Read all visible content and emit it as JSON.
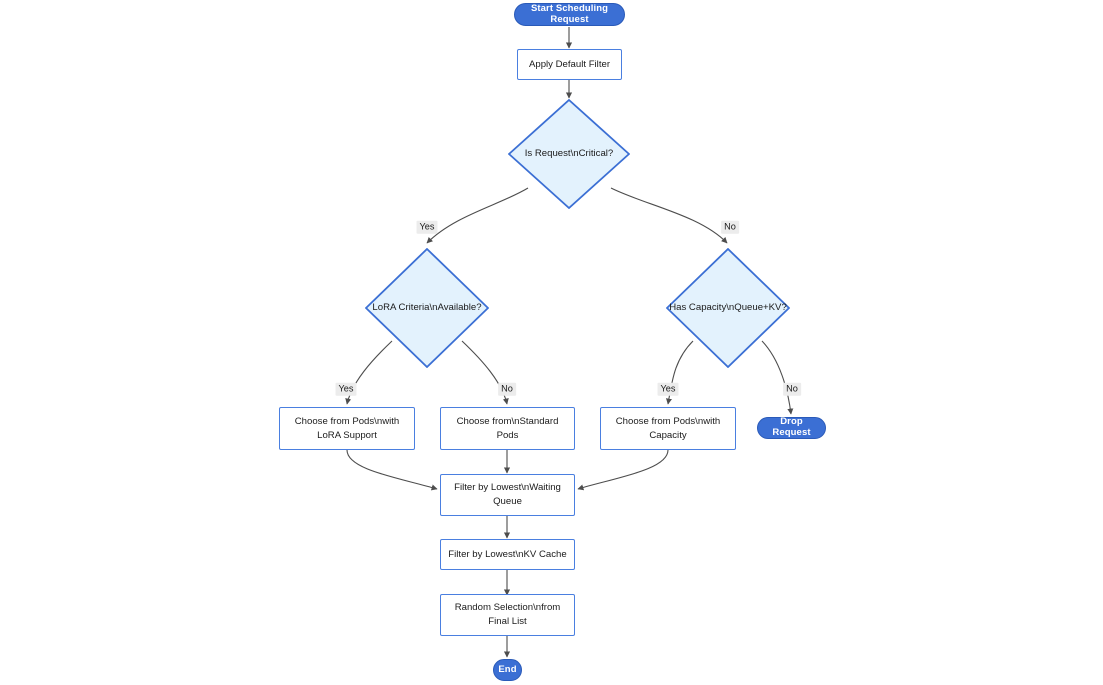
{
  "diagram": {
    "title": "Start Scheduling Request",
    "type": "flowchart",
    "direction": "top-down",
    "colors": {
      "terminal_fill": "#3b6fd4",
      "terminal_text": "#ffffff",
      "process_fill": "#ffffff",
      "process_border": "#4a7fe0",
      "decision_fill": "#e3f2fd",
      "decision_border": "#3b6fd4",
      "edge_stroke": "#4d4d4d",
      "edge_label_bg": "#ececec",
      "background": "#ffffff"
    }
  },
  "nodes": {
    "start": {
      "label": "Start Scheduling Request",
      "shape": "terminal"
    },
    "apply_default_filter": {
      "label": "Apply Default Filter",
      "shape": "process"
    },
    "is_request_critical": {
      "label": "Is Request\\nCritical?",
      "shape": "decision"
    },
    "lora_criteria_available": {
      "label": "LoRA Criteria\\nAvailable?",
      "shape": "decision"
    },
    "has_capacity": {
      "label": "Has Capacity\\nQueue+KV?",
      "shape": "decision"
    },
    "choose_lora_pods": {
      "label": "Choose from Pods\\nwith LoRA Support",
      "shape": "process"
    },
    "choose_standard_pods": {
      "label": "Choose from\\nStandard Pods",
      "shape": "process"
    },
    "choose_capacity_pods": {
      "label": "Choose from Pods\\nwith Capacity",
      "shape": "process"
    },
    "drop_request": {
      "label": "Drop Request",
      "shape": "terminal"
    },
    "filter_waiting_queue": {
      "label": "Filter by Lowest\\nWaiting Queue",
      "shape": "process"
    },
    "filter_kv_cache": {
      "label": "Filter by Lowest\\nKV Cache",
      "shape": "process"
    },
    "random_selection": {
      "label": "Random Selection\\nfrom Final List",
      "shape": "process"
    },
    "end": {
      "label": "End",
      "shape": "terminal"
    }
  },
  "edge_labels": {
    "critical_yes": "Yes",
    "critical_no": "No",
    "lora_yes": "Yes",
    "lora_no": "No",
    "capacity_yes": "Yes",
    "capacity_no": "No"
  }
}
